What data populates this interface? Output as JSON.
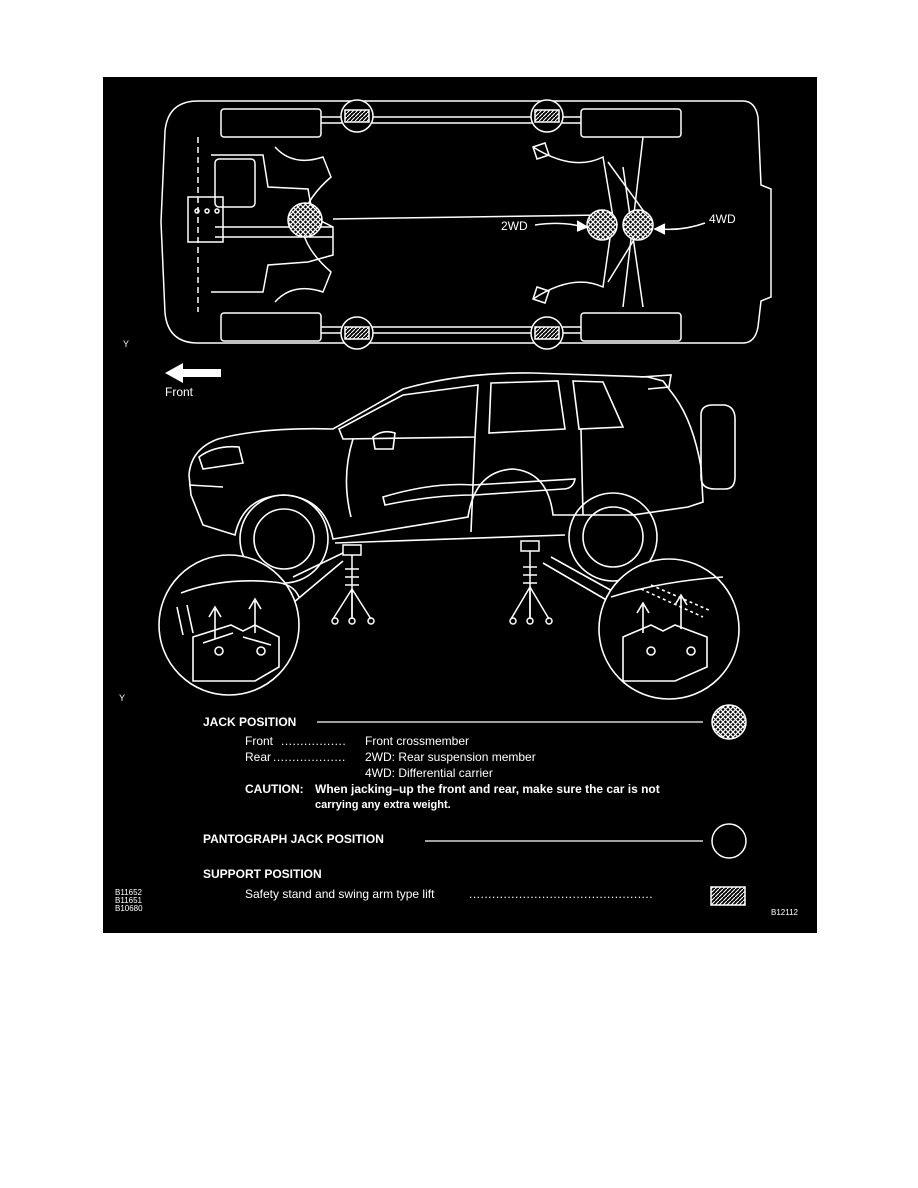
{
  "labels": {
    "two_wd": "2WD",
    "four_wd": "4WD",
    "front_arrow": "Front",
    "y_top": "Y",
    "y_bottom": "Y"
  },
  "legend": {
    "jack_position_heading": "JACK POSITION",
    "front_label": "Front",
    "front_dots": ".................",
    "front_value": "Front crossmember",
    "rear_label": "Rear",
    "rear_dots": "...................",
    "rear_value_1": "2WD: Rear suspension member",
    "rear_value_2": "4WD: Differential carrier",
    "caution_prefix": "CAUTION:",
    "caution_line_1": "When jacking–up the front and rear, make sure the car is not",
    "caution_line_2": "carrying any extra weight.",
    "pantograph_heading": "PANTOGRAPH JACK POSITION",
    "support_heading": "SUPPORT POSITION",
    "support_item": "Safety stand and swing arm type lift",
    "support_dots": "................................................"
  },
  "codes": {
    "left_1": "B11652",
    "left_2": "B11651",
    "left_3": "B10680",
    "right": "B12112"
  },
  "colors": {
    "background": "#000000",
    "lines": "#ffffff"
  }
}
